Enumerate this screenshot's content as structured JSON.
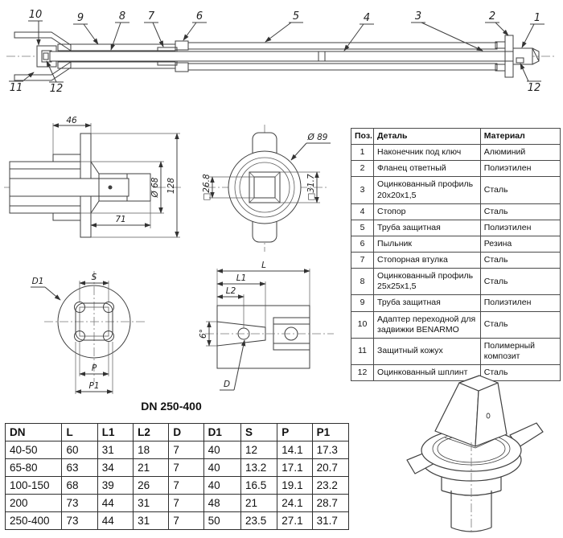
{
  "colors": {
    "line": "#3f3f3f",
    "text": "#111111",
    "background": "#ffffff"
  },
  "assembly": {
    "callouts_top": [
      "10",
      "9",
      "8",
      "7",
      "6",
      "5",
      "4",
      "3",
      "2",
      "1"
    ],
    "callouts_bottom": [
      "11",
      "12",
      "12"
    ]
  },
  "adapter_view": {
    "dim_width": "46",
    "dim_length": "71",
    "dim_diameter": "Ø 68",
    "dim_height": "128"
  },
  "cap_view": {
    "dim_outer": "Ø 89",
    "dim_square_inner": "□26.8",
    "dim_square_outer": "□31.7"
  },
  "flange_view": {
    "dim_s": "S",
    "dim_d1": "D1",
    "dim_p": "P",
    "dim_p1": "P1"
  },
  "section_view": {
    "dim_l": "L",
    "dim_l1": "L1",
    "dim_l2": "L2",
    "dim_angle": "6°",
    "dim_d": "D"
  },
  "dn_label": "DN 250-400",
  "parts_table": {
    "headers": [
      "Поз.",
      "Деталь",
      "Материал"
    ],
    "rows": [
      [
        "1",
        "Наконечник под ключ",
        "Алюминий"
      ],
      [
        "2",
        "Фланец ответный",
        "Полиэтилен"
      ],
      [
        "3",
        "Оцинкованный профиль 20x20x1,5",
        "Сталь"
      ],
      [
        "4",
        "Стопор",
        "Сталь"
      ],
      [
        "5",
        "Труба защитная",
        "Полиэтилен"
      ],
      [
        "6",
        "Пыльник",
        "Резина"
      ],
      [
        "7",
        "Стопорная втулка",
        "Сталь"
      ],
      [
        "8",
        "Оцинкованный профиль 25x25x1,5",
        "Сталь"
      ],
      [
        "9",
        "Труба защитная",
        "Полиэтилен"
      ],
      [
        "10",
        "Адаптер переходной для задвижки BENARMO",
        "Сталь"
      ],
      [
        "11",
        "Защитный кожух",
        "Полимерный композит"
      ],
      [
        "12",
        "Оцинкованный шплинт",
        "Сталь"
      ]
    ]
  },
  "dims_table": {
    "headers": [
      "DN",
      "L",
      "L1",
      "L2",
      "D",
      "D1",
      "S",
      "P",
      "P1"
    ],
    "rows": [
      [
        "40-50",
        "60",
        "31",
        "18",
        "7",
        "40",
        "12",
        "14.1",
        "17.3"
      ],
      [
        "65-80",
        "63",
        "34",
        "21",
        "7",
        "40",
        "13.2",
        "17.1",
        "20.7"
      ],
      [
        "100-150",
        "68",
        "39",
        "26",
        "7",
        "40",
        "16.5",
        "19.1",
        "23.2"
      ],
      [
        "200",
        "73",
        "44",
        "31",
        "7",
        "48",
        "21",
        "24.1",
        "28.7"
      ],
      [
        "250-400",
        "73",
        "44",
        "31",
        "7",
        "50",
        "23.5",
        "27.1",
        "31.7"
      ]
    ]
  }
}
